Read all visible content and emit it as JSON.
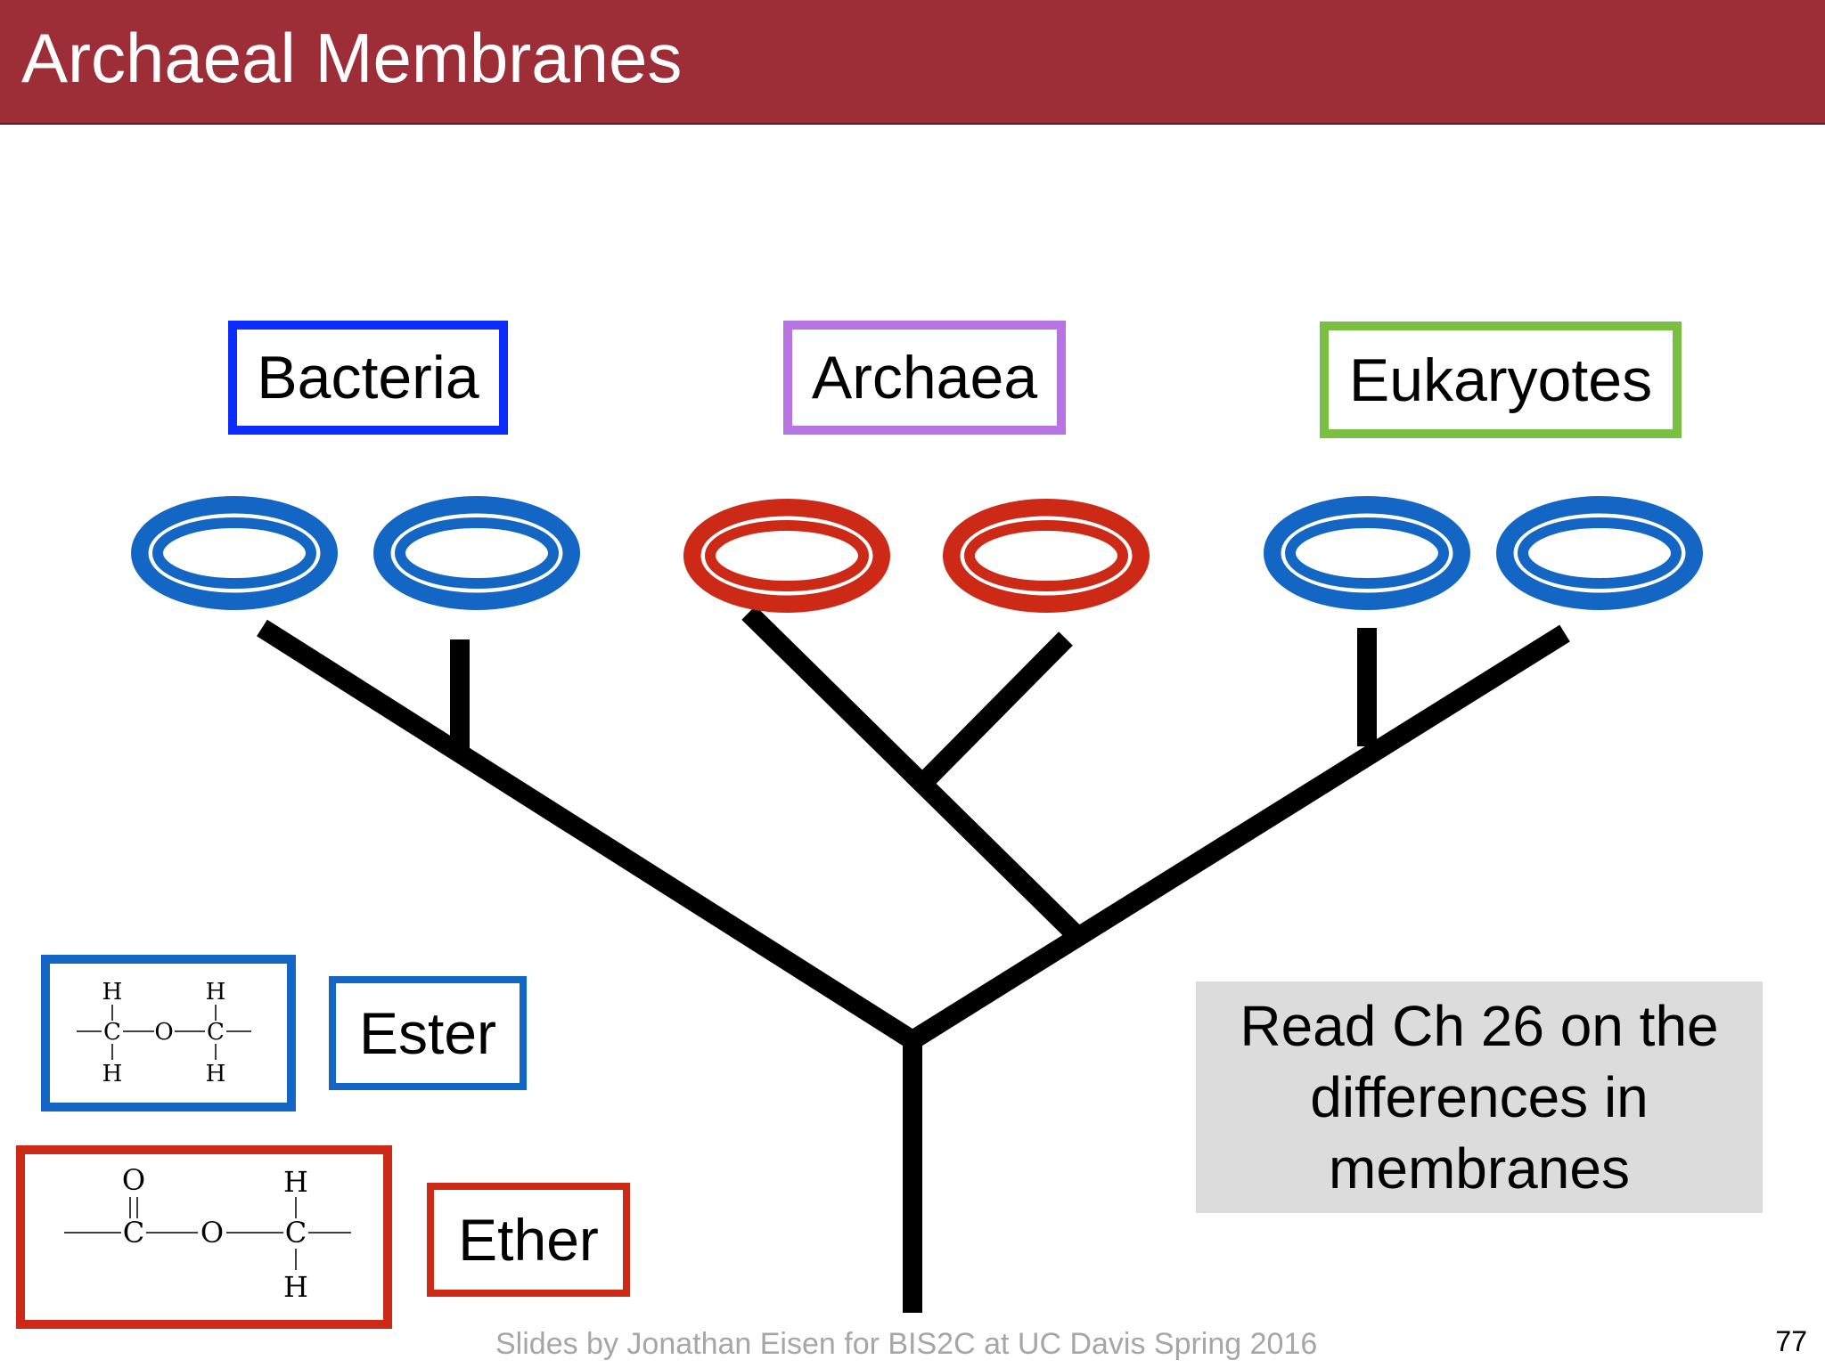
{
  "slide": {
    "title": "Archaeal Membranes",
    "footer": "Slides by Jonathan Eisen for BIS2C at UC Davis Spring 2016",
    "page_number": "77"
  },
  "domains": [
    {
      "label": "Bacteria",
      "color": "#0a2cff",
      "membrane_color": "#1466c4"
    },
    {
      "label": "Archaea",
      "color": "#b873e2",
      "membrane_color": "#cc2a17"
    },
    {
      "label": "Eukaryotes",
      "color": "#78bf44",
      "membrane_color": "#1466c4"
    }
  ],
  "legend": {
    "ester": {
      "label": "Ester",
      "color": "#1466c4"
    },
    "ether": {
      "label": "Ether",
      "color": "#cc2a17"
    }
  },
  "structures": {
    "ester": {
      "atoms": [
        "H",
        "H",
        "C",
        "O",
        "C",
        "H",
        "H"
      ]
    },
    "ether": {
      "atoms": [
        "O",
        "H",
        "C",
        "O",
        "C",
        "H"
      ]
    }
  },
  "note": {
    "lines": [
      "Read Ch 26 on the",
      "differences in",
      "membranes"
    ]
  },
  "colors": {
    "title_bar": "#9d2d37",
    "tree": "#000000",
    "note_background": "#dcdcdc"
  }
}
